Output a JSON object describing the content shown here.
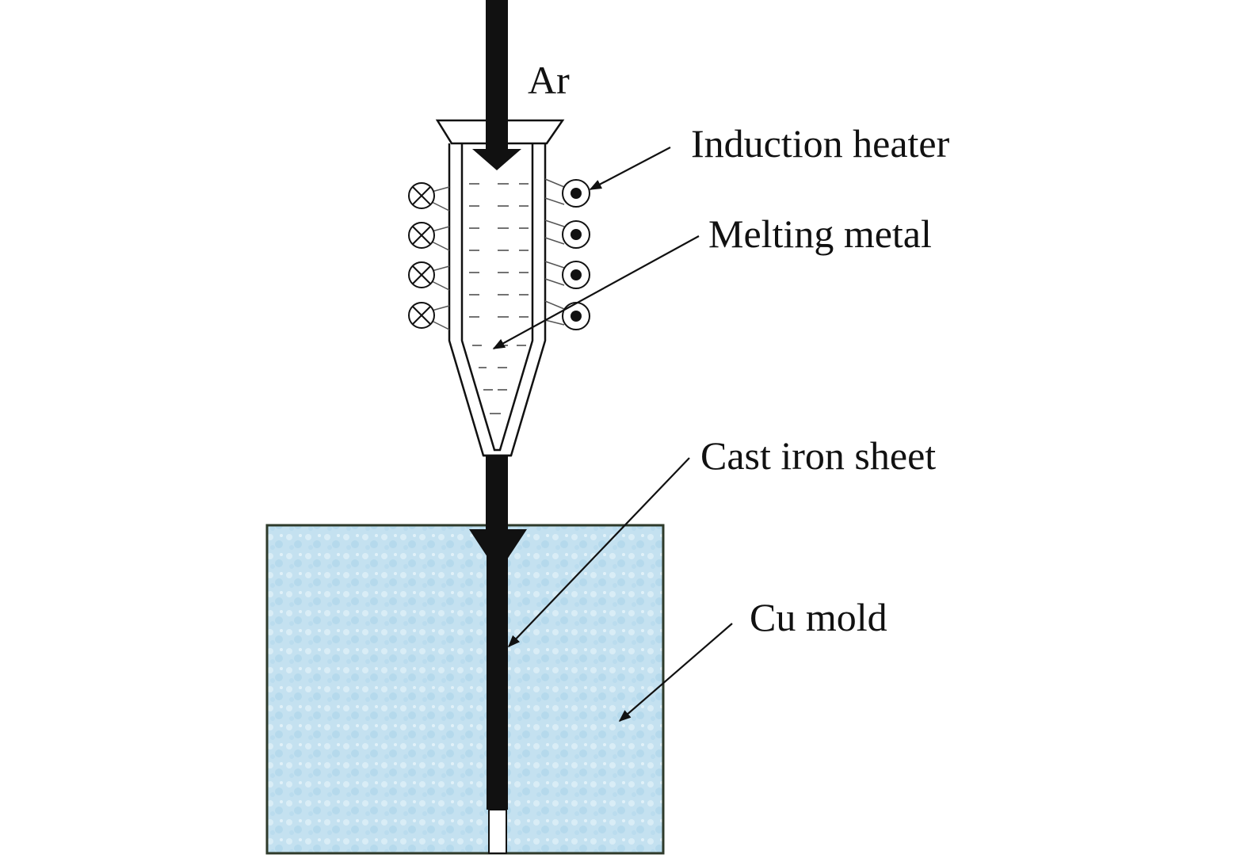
{
  "labels": {
    "ar": "Ar",
    "induction_heater": "Induction heater",
    "melting_metal": "Melting metal",
    "cast_iron_sheet": "Cast iron sheet",
    "cu_mold": "Cu mold"
  },
  "colors": {
    "ink": "#111111",
    "mold_fill": "#c4e1f0",
    "mold_border": "#2e3a2a",
    "background": "#ffffff"
  },
  "coil_symbols": {
    "left_side": "current-into-page (circled cross)",
    "right_side": "current-out-of-page (circled dot)"
  }
}
